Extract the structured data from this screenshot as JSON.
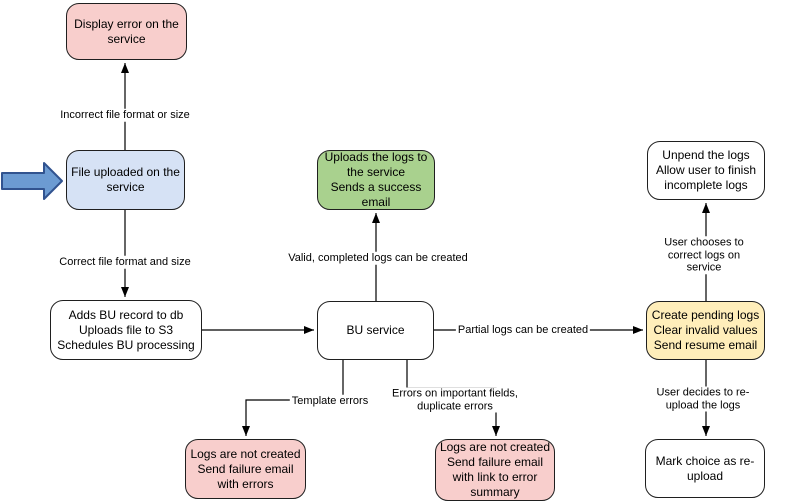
{
  "diagram": {
    "nodes": {
      "display_error": {
        "text": "Display error on the\nservice",
        "fill": "#f8cecc"
      },
      "file_uploaded": {
        "text": "File uploaded on the\nservice",
        "fill": "#d6e2f5"
      },
      "adds_bu": {
        "text": "Adds BU record to db\nUploads file to S3\nSchedules BU processing",
        "fill": "#ffffff"
      },
      "bu_service": {
        "text": "BU service",
        "fill": "#ffffff"
      },
      "upload_success": {
        "text": "Uploads the logs to\nthe service\nSends a success\nemail",
        "fill": "#a9d18e"
      },
      "create_pending": {
        "text": "Create pending logs\nClear invalid values\nSend resume email",
        "fill": "#ffeeba"
      },
      "unpend_logs": {
        "text": "Unpend the logs\nAllow user to finish\nincomplete logs",
        "fill": "#ffffff"
      },
      "mark_reupload": {
        "text": "Mark choice as re-\nupload",
        "fill": "#ffffff"
      },
      "logs_not_created_errors": {
        "text": "Logs are not created\nSend failure email\nwith errors",
        "fill": "#f8cecc"
      },
      "logs_not_created_summary": {
        "text": "Logs are not created\nSend failure email\nwith link to error\nsummary",
        "fill": "#f8cecc"
      }
    },
    "edge_labels": {
      "incorrect": "Incorrect file format or size",
      "correct": "Correct file format and size",
      "valid": "Valid, completed logs can be created",
      "partial": "Partial logs can be created",
      "template": "Template errors",
      "errors_fields": "Errors on important fields,\nduplicate errors",
      "user_chooses": "User chooses to correct logs on service",
      "user_decides": "User decides to re-upload the logs"
    },
    "input_arrow": {
      "fill": "#6c9bd2",
      "stroke": "#31538f"
    },
    "line_color": "#000000"
  }
}
